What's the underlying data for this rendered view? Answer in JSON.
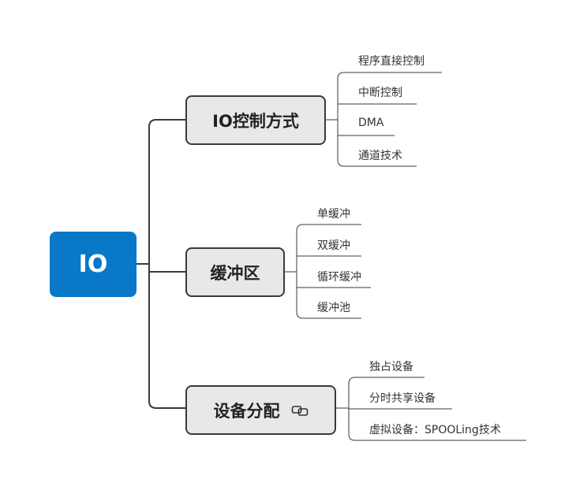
{
  "root": {
    "label": "IO"
  },
  "branches": [
    {
      "label": "IO控制方式",
      "leaves": [
        "程序直接控制",
        "中断控制",
        "DMA",
        "通道技术"
      ]
    },
    {
      "label": "缓冲区",
      "leaves": [
        "单缓冲",
        "双缓冲",
        "循环缓冲",
        "缓冲池"
      ]
    },
    {
      "label": "设备分配",
      "icon": "link-icon",
      "leaves": [
        "独占设备",
        "分时共享设备",
        "虚拟设备：SPOOLing技术"
      ]
    }
  ],
  "colors": {
    "root_bg": "#0a78c9",
    "branch_bg": "#e8e8e8",
    "line": "#3a3a3a"
  }
}
